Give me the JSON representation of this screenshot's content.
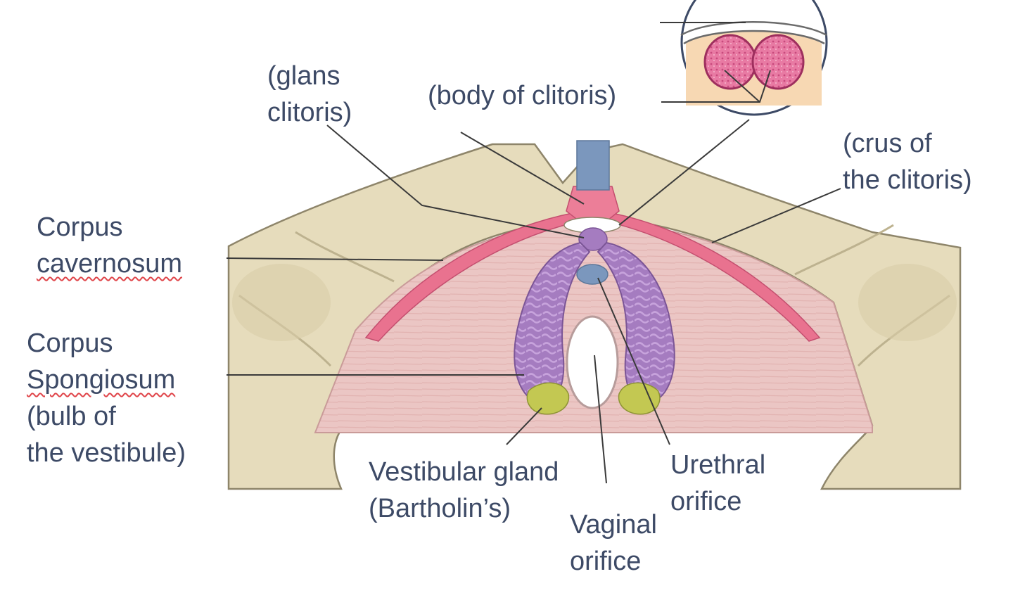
{
  "labels": {
    "glans": [
      "(glans",
      "clitoris)"
    ],
    "body": [
      "(body of clitoris)"
    ],
    "crus": [
      "(crus of",
      "the clitoris)"
    ],
    "cavernosum": [
      "Corpus",
      "cavernosum"
    ],
    "spongiosum": [
      "Corpus",
      "Spongiosum",
      "(bulb of",
      "the vestibule)"
    ],
    "vestibular": [
      "Vestibular gland",
      "(Bartholin’s)"
    ],
    "vaginal": [
      "Vaginal",
      "orifice"
    ],
    "urethral": [
      "Urethral",
      "orifice"
    ]
  },
  "spellcheck_words": [
    "cavernosum",
    "Spongiosum"
  ],
  "colors": {
    "text": "#3d4a66",
    "bone": "#e6dcbc",
    "muscle": "#e9c2c0",
    "erectile_pink": "#e9728f",
    "bulb_purple": "#a57cc0",
    "gland_green": "#c3c852",
    "urethra_blue": "#7b97bd",
    "inset_fill": "#f7d8b3",
    "leader": "#3a3a3a"
  }
}
